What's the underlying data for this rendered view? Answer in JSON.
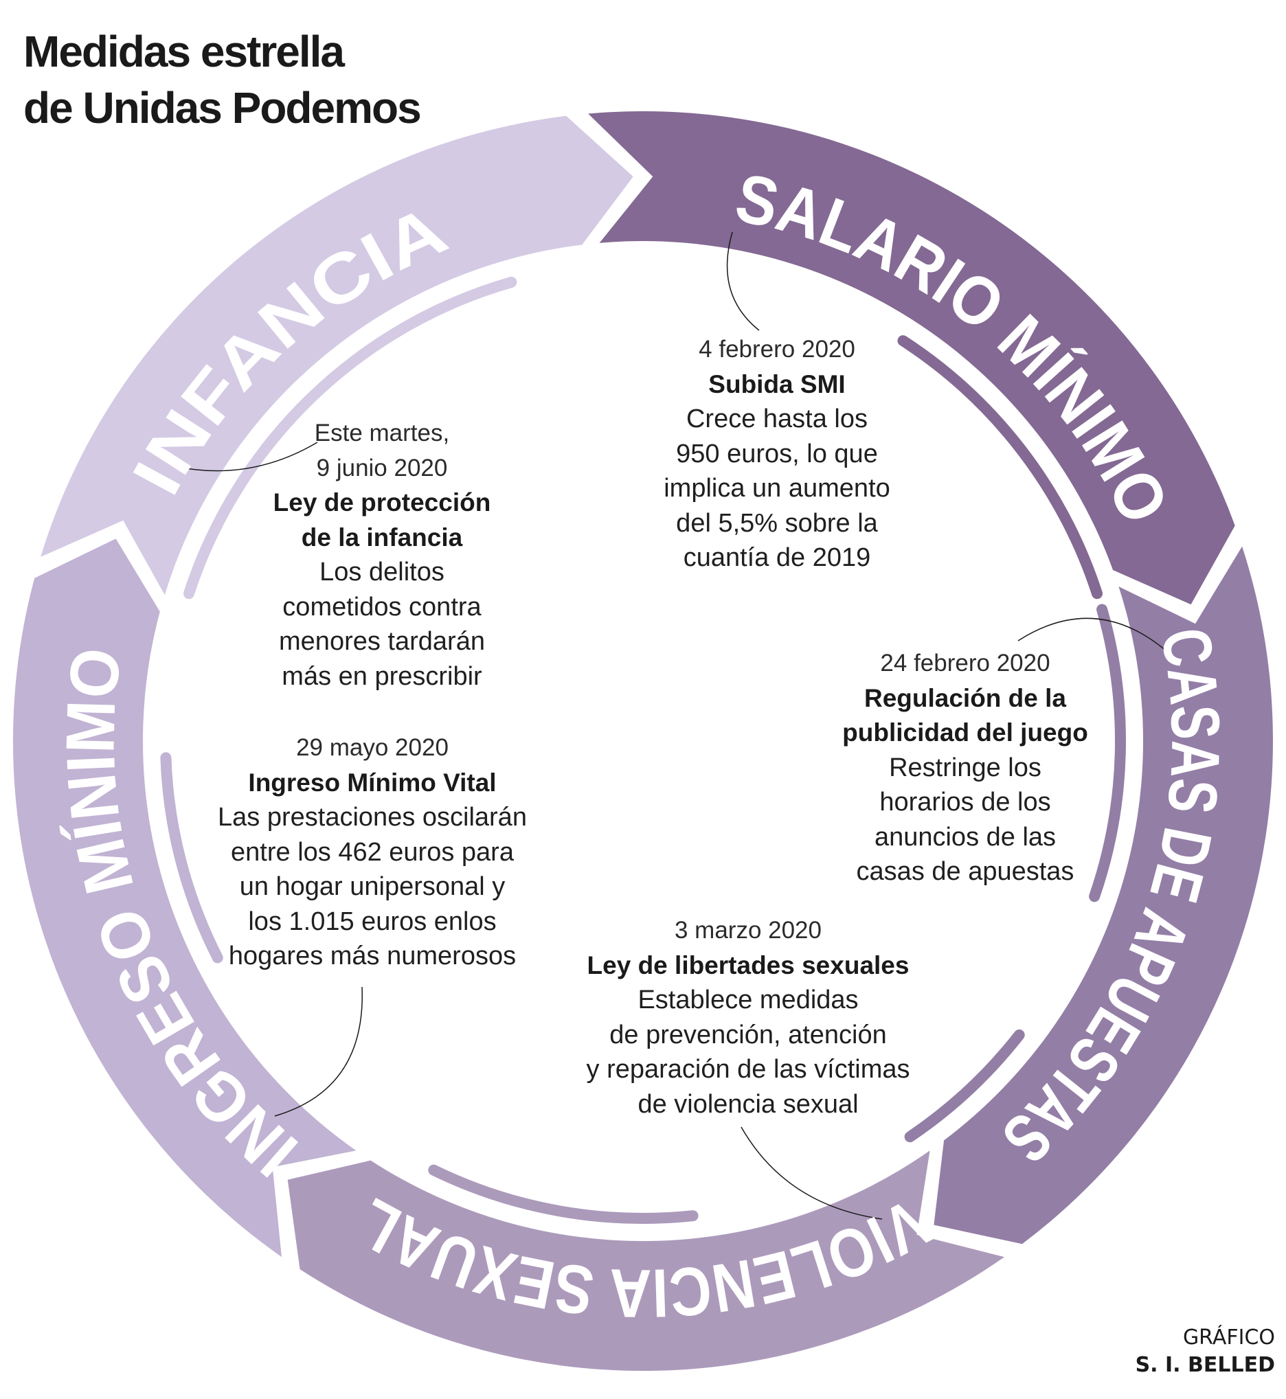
{
  "title": {
    "line1": "Medidas estrella",
    "line2": "de Unidas Podemos"
  },
  "segments": [
    {
      "label": "SALARIO MÍNIMO",
      "color": "#836993"
    },
    {
      "label": "CASAS DE APUESTAS",
      "color": "#937ea6"
    },
    {
      "label": "VIOLENCIA SEXUAL",
      "color": "#ac9abb"
    },
    {
      "label": "INGRESO MÍNIMO",
      "color": "#c1b3d3"
    },
    {
      "label": "INFANCIA",
      "color": "#d4cae4"
    }
  ],
  "events": [
    {
      "date": [
        "Este martes,",
        "9 junio 2020"
      ],
      "head": [
        "Ley de protección",
        "de la infancia"
      ],
      "body": [
        "Los delitos",
        "cometidos contra",
        "menores tardarán",
        "más en prescribir"
      ]
    },
    {
      "date": [
        "4 febrero 2020"
      ],
      "head": [
        "Subida SMI"
      ],
      "body": [
        "Crece hasta los",
        "950 euros, lo que",
        "implica un aumento",
        "del 5,5% sobre la",
        "cuantía de 2019"
      ]
    },
    {
      "date": [
        "24 febrero 2020"
      ],
      "head": [
        "Regulación de la",
        "publicidad del juego"
      ],
      "body": [
        "Restringe los",
        "horarios de los",
        "anuncios de las",
        "casas de apuestas"
      ]
    },
    {
      "date": [
        "29 mayo 2020"
      ],
      "head": [
        "Ingreso Mínimo Vital"
      ],
      "body": [
        "Las prestaciones oscilarán",
        "entre los 462 euros para",
        "un hogar unipersonal y",
        "los 1.015 euros enlos",
        "hogares más numerosos"
      ]
    },
    {
      "date": [
        "3 marzo 2020"
      ],
      "head": [
        "Ley de libertades sexuales"
      ],
      "body": [
        "Establece medidas",
        "de prevención, atención",
        "y reparación de las víctimas",
        "de violencia sexual"
      ]
    }
  ],
  "credit": {
    "line1": "GRÁFICO",
    "line2": "S. I. BELLED"
  }
}
